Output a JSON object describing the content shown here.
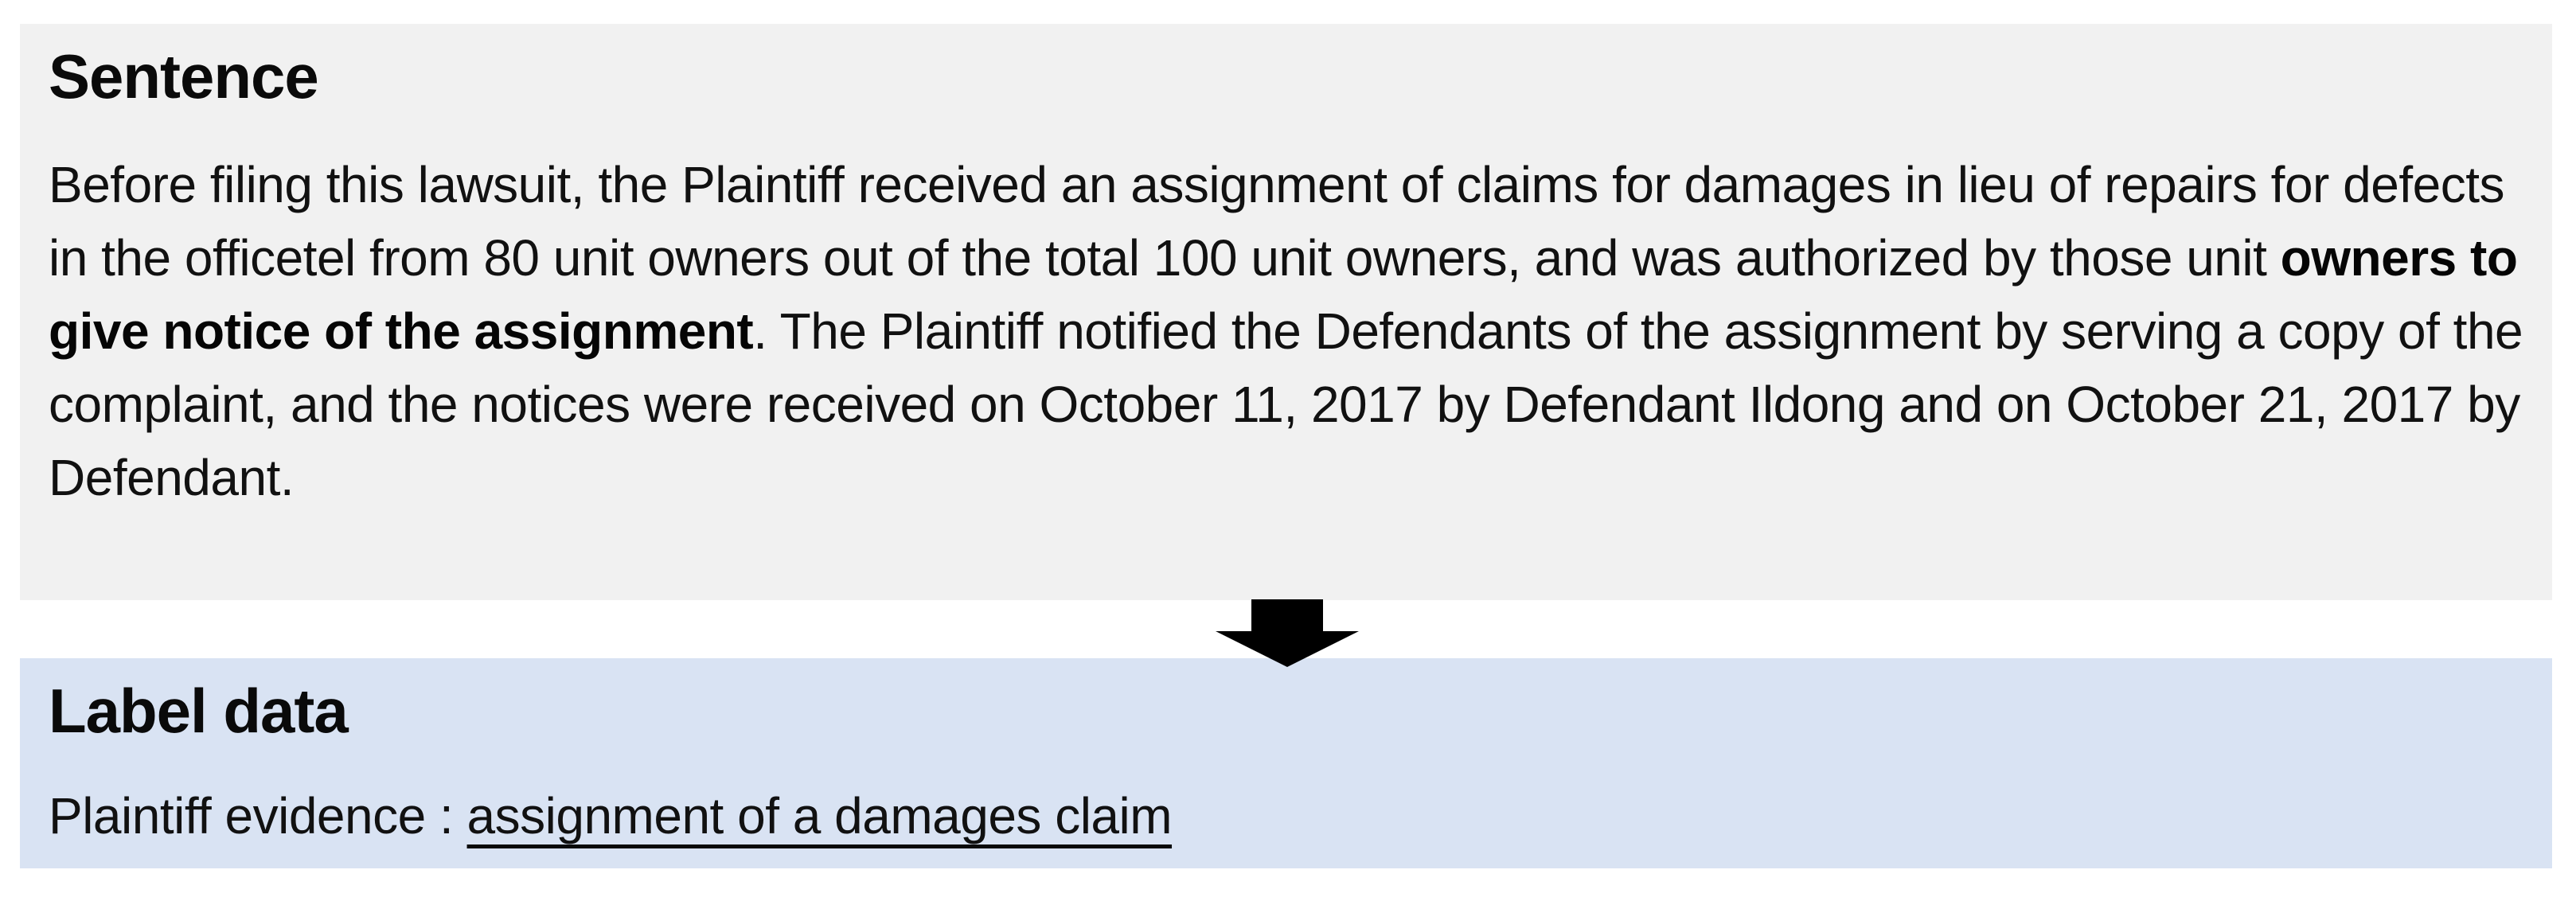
{
  "figure": {
    "sentence_box": {
      "title": "Sentence",
      "text_before": "Before filing this lawsuit, the Plaintiff received an assignment of claims for damages in lieu of repairs for defects in the officetel from 80 unit owners out of the total 100 unit owners, and was authorized by those unit ",
      "text_bold": "owners to give notice of the assignment",
      "text_after": ". The Plaintiff notified the Defendants of the assignment by serving a copy of the complaint, and the notices were received on October 11, 2017 by Defendant Ildong and on October 21, 2017 by Defendant."
    },
    "arrow": {
      "icon": "down-block-arrow",
      "color": "#000000"
    },
    "label_box": {
      "title": "Label data",
      "label_prefix": "Plaintiff evidence : ",
      "label_value": "assignment of a damages claim"
    },
    "colors": {
      "sentence_box_bg": "#f1f1f1",
      "label_box_bg": "#d9e3f3",
      "text": "#111111"
    }
  }
}
